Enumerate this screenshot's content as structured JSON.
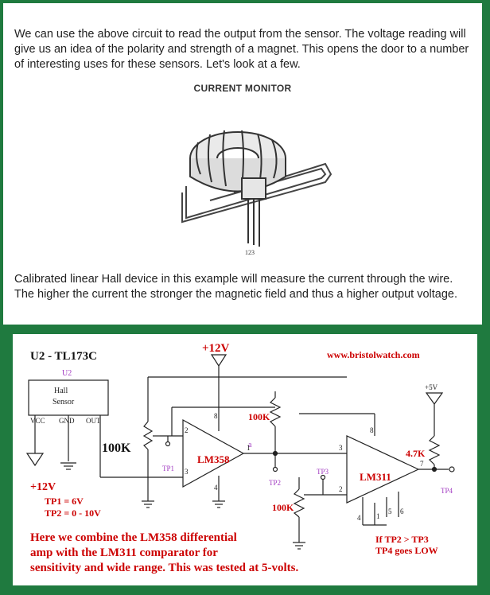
{
  "intro": {
    "paragraph": "We can use the above circuit to read the output from the sensor. The voltage reading will give us an idea of the polarity and strength of a magnet. This opens the door to a number of interesting uses for these sensors. Let's look at a few."
  },
  "figure": {
    "title": "CURRENT MONITOR",
    "pin_labels": "123"
  },
  "caption": {
    "paragraph": "Calibrated linear Hall device in this example will measure the current through the wire. The higher the current the stronger the magnetic field and thus a higher output voltage."
  },
  "schematic": {
    "part_name": "U2 - TL173C",
    "ref": "U2",
    "sensor_label_1": "Hall",
    "sensor_label_2": "Sensor",
    "pin_vcc": "VCC",
    "pin_gnd": "GND",
    "pin_out": "OUT",
    "supply_top": "+12V",
    "website": "www.bristolwatch.com",
    "supply_5v": "+5V",
    "resistor_100k_a": "100K",
    "resistor_100k_b": "100K",
    "resistor_100k_c": "100K",
    "resistor_4k7": "4.7K",
    "opamp": "LM358",
    "comparator": "LM311",
    "tp1": "TP1",
    "tp2": "TP2",
    "tp3": "TP3",
    "tp4": "TP4",
    "supply_bottom": "+12V",
    "node_a": "a",
    "tp1_value": "TP1 = 6V",
    "tp2_value": "TP2 = 0 - 10V",
    "note_1": "Here we combine the LM358 differential",
    "note_2": "amp with the LM311 comparator for",
    "note_3": "sensitivity and wide range. This was tested at 5-volts.",
    "cond_1": "If TP2 > TP3",
    "cond_2": "TP4 goes LOW",
    "pins": {
      "p2": "2",
      "p3": "3",
      "p1": "1",
      "p8": "8",
      "p4": "4",
      "c8": "8",
      "c3": "3",
      "c2": "2",
      "c7": "7",
      "c4": "4",
      "c1": "1",
      "c5": "5",
      "c6": "6"
    }
  }
}
